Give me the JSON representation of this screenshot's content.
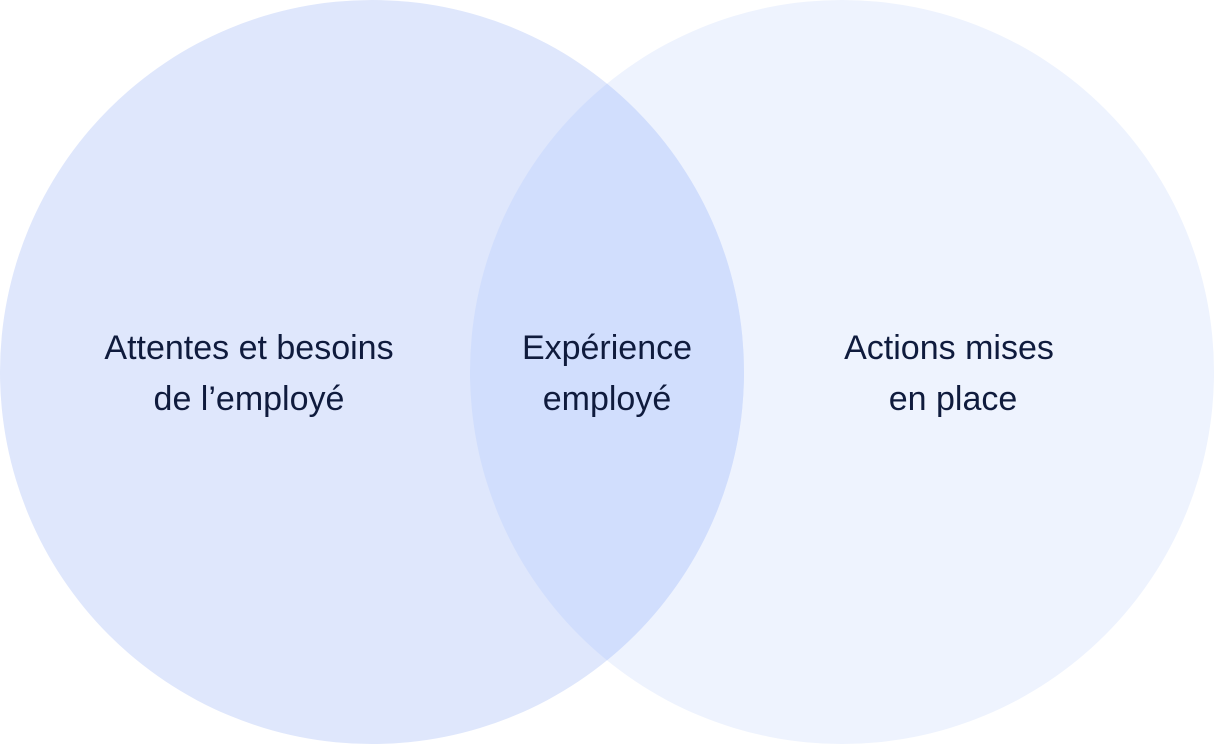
{
  "diagram": {
    "type": "venn",
    "colors": {
      "left_circle": "#dfe7fc",
      "right_circle": "#eef3fe",
      "intersection": "#d1defd",
      "text": "#0f1b3d"
    },
    "left": {
      "line1": "Attentes et besoins",
      "line2": "de l’employé"
    },
    "center": {
      "line1": "Expérience",
      "line2": "employé"
    },
    "right": {
      "line1": "Actions mises",
      "line2": "en place"
    }
  }
}
